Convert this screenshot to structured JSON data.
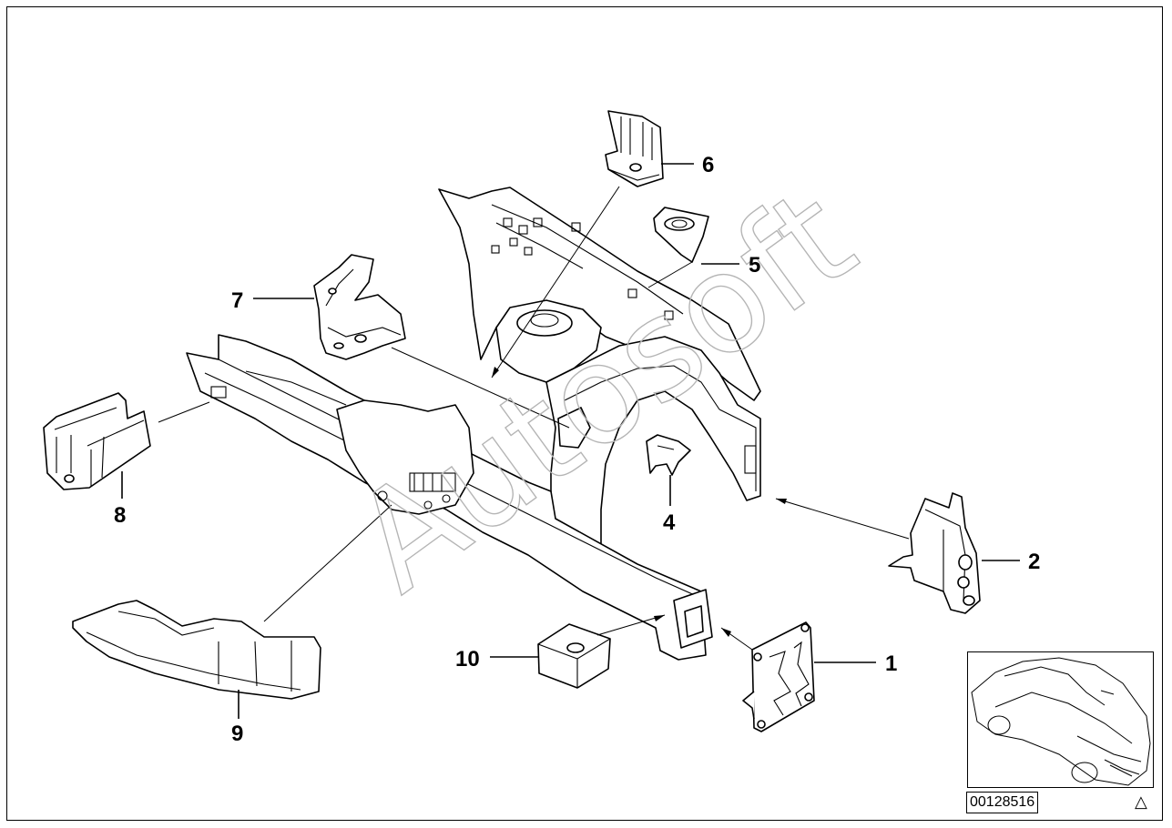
{
  "diagram": {
    "callouts": [
      {
        "id": "1",
        "label": "1"
      },
      {
        "id": "2",
        "label": "2"
      },
      {
        "id": "4",
        "label": "4"
      },
      {
        "id": "5",
        "label": "5"
      },
      {
        "id": "6",
        "label": "6"
      },
      {
        "id": "7",
        "label": "7"
      },
      {
        "id": "8",
        "label": "8"
      },
      {
        "id": "9",
        "label": "9"
      },
      {
        "id": "10",
        "label": "10"
      }
    ],
    "watermark": "Autosoft",
    "part_number": "00128516",
    "revision_mark": "△"
  },
  "colors": {
    "line": "#000000",
    "background": "#ffffff",
    "watermark": "#b5b5b5"
  },
  "icons": [
    "car-thumbnail-icon",
    "revision-triangle-icon"
  ]
}
